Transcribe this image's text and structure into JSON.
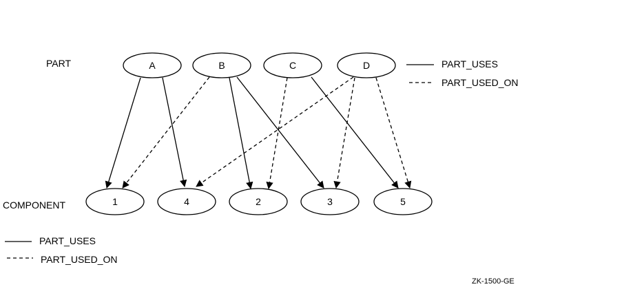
{
  "row_labels": {
    "part": "PART",
    "component": "COMPONENT"
  },
  "parts": [
    {
      "id": "A",
      "label": "A"
    },
    {
      "id": "B",
      "label": "B"
    },
    {
      "id": "C",
      "label": "C"
    },
    {
      "id": "D",
      "label": "D"
    }
  ],
  "components": [
    {
      "id": "1",
      "label": "1"
    },
    {
      "id": "4",
      "label": "4"
    },
    {
      "id": "2",
      "label": "2"
    },
    {
      "id": "3",
      "label": "3"
    },
    {
      "id": "5",
      "label": "5"
    }
  ],
  "edges": [
    {
      "from": "A",
      "to": "1",
      "type": "uses"
    },
    {
      "from": "A",
      "to": "4",
      "type": "uses"
    },
    {
      "from": "B",
      "to": "1",
      "type": "used_on"
    },
    {
      "from": "B",
      "to": "2",
      "type": "uses"
    },
    {
      "from": "B",
      "to": "3",
      "type": "uses"
    },
    {
      "from": "C",
      "to": "2",
      "type": "used_on"
    },
    {
      "from": "C",
      "to": "5",
      "type": "uses"
    },
    {
      "from": "D",
      "to": "4",
      "type": "used_on"
    },
    {
      "from": "D",
      "to": "3",
      "type": "used_on"
    },
    {
      "from": "D",
      "to": "5",
      "type": "used_on"
    }
  ],
  "legend_top": {
    "solid": "PART_USES",
    "dashed": "PART_USED_ON"
  },
  "legend_bottom": {
    "solid": "PART_USES",
    "dashed": "PART_USED_ON"
  },
  "figure_id": "ZK-1500-GE"
}
